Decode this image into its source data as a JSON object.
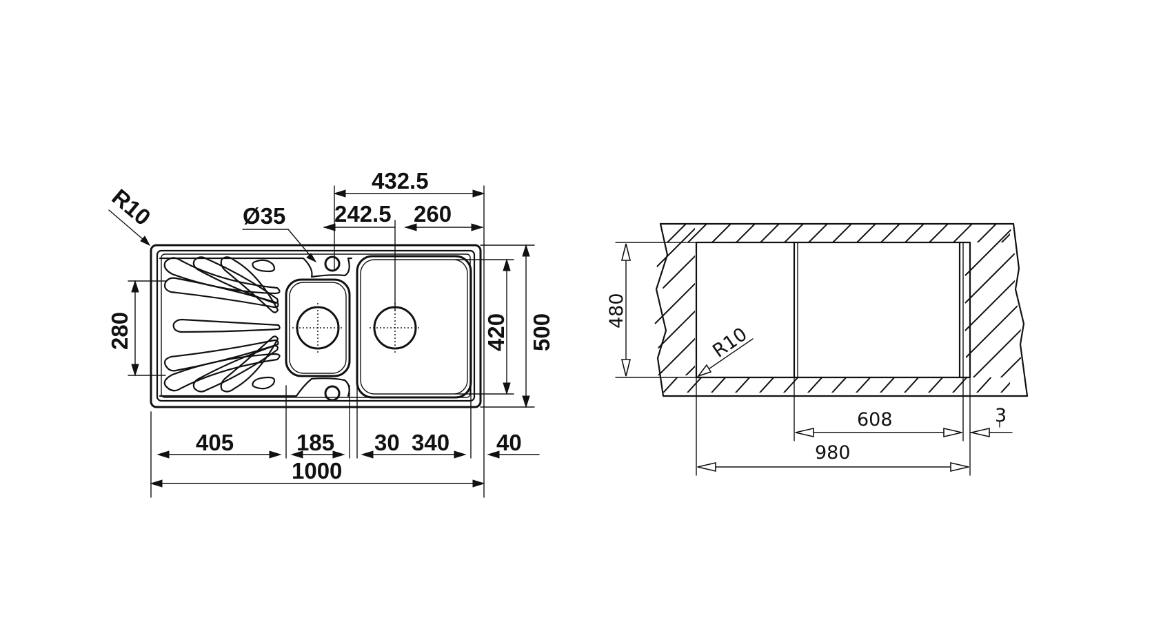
{
  "sink_top_view": {
    "corner_radius": "R10",
    "hole_diameter": "Ø35",
    "overall_to_hole": "432.5",
    "hole_to_big_bowl_center": "242.5",
    "big_bowl_center_to_edge": "260",
    "drainer_height": "280",
    "bowl_height": "420",
    "overall_depth": "500",
    "drainer_width": "405",
    "small_bowl_width": "185",
    "divider": "30",
    "big_bowl_width": "340",
    "edge": "40",
    "overall_width": "1000"
  },
  "cutout_view": {
    "cutout_depth": "480",
    "corner_radius": "R10",
    "bowl_cutout_width": "608",
    "offset": "3",
    "cutout_width": "980"
  }
}
